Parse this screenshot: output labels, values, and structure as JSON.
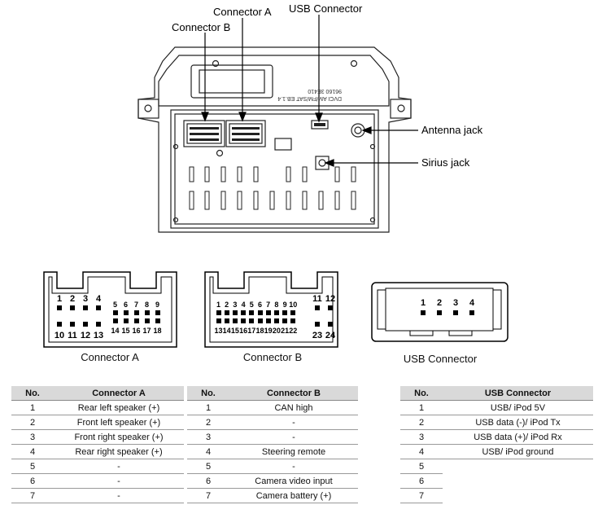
{
  "callouts": {
    "connector_a": "Connector A",
    "connector_b": "Connector B",
    "usb_connector": "USB Connector",
    "antenna_jack": "Antenna jack",
    "sirius_jack": "Sirius jack"
  },
  "unit_label": {
    "line1": "96160 3E410",
    "line2": "DVCI AM/FM/SAT EB.1.4"
  },
  "connectors": {
    "a": {
      "caption": "Connector A",
      "pins_top": [
        "1",
        "2",
        "3",
        "4",
        "5",
        "6",
        "7",
        "8",
        "9"
      ],
      "pins_bottom": [
        "10",
        "11",
        "12",
        "13",
        "14",
        "15",
        "16",
        "17",
        "18"
      ]
    },
    "b": {
      "caption": "Connector B",
      "pins_top": [
        "1",
        "2",
        "3",
        "4",
        "5",
        "6",
        "7",
        "8",
        "9",
        "10",
        "11",
        "12"
      ],
      "pins_bottom": [
        "13",
        "14",
        "15",
        "16",
        "17",
        "18",
        "19",
        "20",
        "21",
        "22",
        "23",
        "24"
      ]
    },
    "usb": {
      "caption": "USB Connector",
      "pins": [
        "1",
        "2",
        "3",
        "4"
      ]
    }
  },
  "tables": {
    "a": {
      "headers": [
        "No.",
        "Connector A"
      ],
      "rows": [
        [
          "1",
          "Rear left speaker (+)"
        ],
        [
          "2",
          "Front left speaker (+)"
        ],
        [
          "3",
          "Front right speaker (+)"
        ],
        [
          "4",
          "Rear right speaker (+)"
        ],
        [
          "5",
          "-"
        ],
        [
          "6",
          "-"
        ],
        [
          "7",
          "-"
        ]
      ]
    },
    "b": {
      "headers": [
        "No.",
        "Connector B"
      ],
      "rows": [
        [
          "1",
          "CAN high"
        ],
        [
          "2",
          "-"
        ],
        [
          "3",
          "-"
        ],
        [
          "4",
          "Steering remote"
        ],
        [
          "5",
          "-"
        ],
        [
          "6",
          "Camera video input"
        ],
        [
          "7",
          "Camera battery (+)"
        ]
      ]
    },
    "usb": {
      "headers": [
        "No.",
        "USB Connector"
      ],
      "rows": [
        [
          "1",
          "USB/ iPod 5V"
        ],
        [
          "2",
          "USB data (-)/ iPod Tx"
        ],
        [
          "3",
          "USB data (+)/ iPod Rx"
        ],
        [
          "4",
          "USB/ iPod ground"
        ],
        [
          "5",
          ""
        ],
        [
          "6",
          ""
        ],
        [
          "7",
          ""
        ]
      ]
    }
  }
}
